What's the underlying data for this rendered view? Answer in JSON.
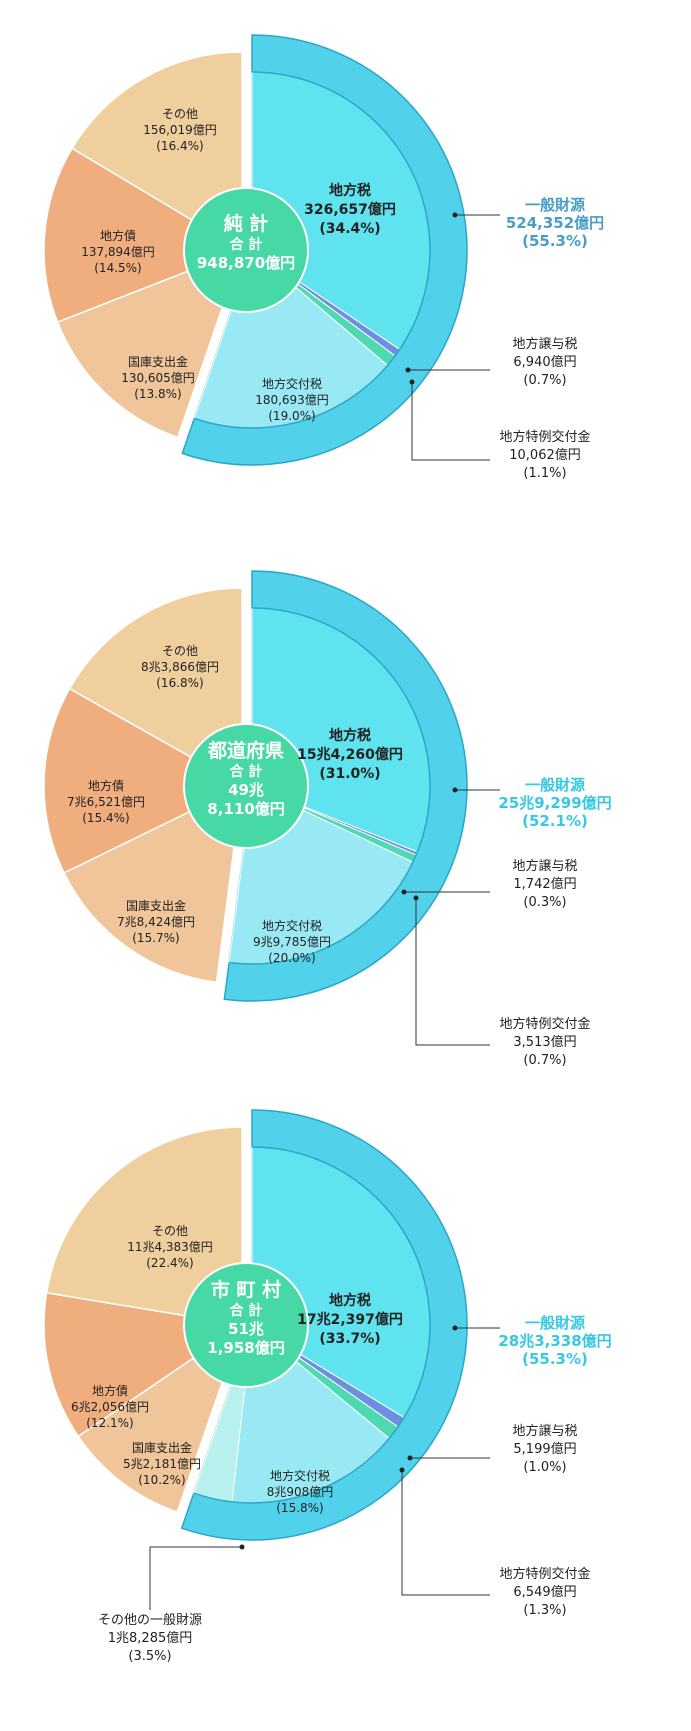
{
  "colors": {
    "outer_ring": "#52d1ea",
    "outer_ring_edge": "#2aa6c8",
    "local_tax": "#5ee3ef",
    "local_alloc_tax": "#98e9f4",
    "transfer_tax": "#6e8fe0",
    "special_grant": "#4fd9b0",
    "other_general": "#b8f0ee",
    "national_treasury": "#f0c59a",
    "local_bond": "#f0ae7e",
    "other": "#efcf9e",
    "center": "#46d9a6",
    "general_label_1": "#4a9ec4",
    "general_label_2": "#37c8e6"
  },
  "chart_data": [
    {
      "type": "pie",
      "center_title": "純 計",
      "center_total_label": "合 計",
      "center_total_lines": [
        "948,870億円"
      ],
      "slices": [
        {
          "key": "local_tax",
          "name": "地方税",
          "amount": "326,657億円",
          "pct_text": "(34.4%)",
          "value": 34.4,
          "general": true
        },
        {
          "key": "transfer_tax",
          "name": "地方譲与税",
          "amount": "6,940億円",
          "pct_text": "(0.7%)",
          "value": 0.7,
          "general": true
        },
        {
          "key": "special_grant",
          "name": "地方特例交付金",
          "amount": "10,062億円",
          "pct_text": "(1.1%)",
          "value": 1.1,
          "general": true
        },
        {
          "key": "local_alloc_tax",
          "name": "地方交付税",
          "amount": "180,693億円",
          "pct_text": "(19.0%)",
          "value": 19.0,
          "general": true
        },
        {
          "key": "national_treasury",
          "name": "国庫支出金",
          "amount": "130,605億円",
          "pct_text": "(13.8%)",
          "value": 13.8,
          "general": false
        },
        {
          "key": "local_bond",
          "name": "地方債",
          "amount": "137,894億円",
          "pct_text": "(14.5%)",
          "value": 14.5,
          "general": false
        },
        {
          "key": "other",
          "name": "その他",
          "amount": "156,019億円",
          "pct_text": "(16.4%)",
          "value": 16.4,
          "general": false
        }
      ],
      "general_source": {
        "name": "一般財源",
        "amount": "524,352億円",
        "pct_text": "(55.3%)",
        "value": 55.3
      }
    },
    {
      "type": "pie",
      "center_title": "都道府県",
      "center_total_label": "合 計",
      "center_total_lines": [
        "49兆",
        "8,110億円"
      ],
      "slices": [
        {
          "key": "local_tax",
          "name": "地方税",
          "amount": "15兆4,260億円",
          "pct_text": "(31.0%)",
          "value": 31.0,
          "general": true
        },
        {
          "key": "transfer_tax",
          "name": "地方譲与税",
          "amount": "1,742億円",
          "pct_text": "(0.3%)",
          "value": 0.3,
          "general": true
        },
        {
          "key": "special_grant",
          "name": "地方特例交付金",
          "amount": "3,513億円",
          "pct_text": "(0.7%)",
          "value": 0.7,
          "general": true
        },
        {
          "key": "local_alloc_tax",
          "name": "地方交付税",
          "amount": "9兆9,785億円",
          "pct_text": "(20.0%)",
          "value": 20.0,
          "general": true
        },
        {
          "key": "national_treasury",
          "name": "国庫支出金",
          "amount": "7兆8,424億円",
          "pct_text": "(15.7%)",
          "value": 15.7,
          "general": false
        },
        {
          "key": "local_bond",
          "name": "地方債",
          "amount": "7兆6,521億円",
          "pct_text": "(15.4%)",
          "value": 15.4,
          "general": false
        },
        {
          "key": "other",
          "name": "その他",
          "amount": "8兆3,866億円",
          "pct_text": "(16.8%)",
          "value": 16.8,
          "general": false
        }
      ],
      "general_source": {
        "name": "一般財源",
        "amount": "25兆9,299億円",
        "pct_text": "(52.1%)",
        "value": 52.1
      }
    },
    {
      "type": "pie",
      "center_title": "市 町 村",
      "center_total_label": "合 計",
      "center_total_lines": [
        "51兆",
        "1,958億円"
      ],
      "slices": [
        {
          "key": "local_tax",
          "name": "地方税",
          "amount": "17兆2,397億円",
          "pct_text": "(33.7%)",
          "value": 33.7,
          "general": true
        },
        {
          "key": "transfer_tax",
          "name": "地方譲与税",
          "amount": "5,199億円",
          "pct_text": "(1.0%)",
          "value": 1.0,
          "general": true
        },
        {
          "key": "special_grant",
          "name": "地方特例交付金",
          "amount": "6,549億円",
          "pct_text": "(1.3%)",
          "value": 1.3,
          "general": true
        },
        {
          "key": "local_alloc_tax",
          "name": "地方交付税",
          "amount": "8兆908億円",
          "pct_text": "(15.8%)",
          "value": 15.8,
          "general": true
        },
        {
          "key": "other_general",
          "name": "その他の一般財源",
          "amount": "1兆8,285億円",
          "pct_text": "(3.5%)",
          "value": 3.5,
          "general": true
        },
        {
          "key": "national_treasury",
          "name": "国庫支出金",
          "amount": "5兆2,181億円",
          "pct_text": "(10.2%)",
          "value": 10.2,
          "general": false
        },
        {
          "key": "local_bond",
          "name": "地方債",
          "amount": "6兆2,056億円",
          "pct_text": "(12.1%)",
          "value": 12.1,
          "general": false
        },
        {
          "key": "other",
          "name": "その他",
          "amount": "11兆4,383億円",
          "pct_text": "(22.4%)",
          "value": 22.4,
          "general": false
        }
      ],
      "general_source": {
        "name": "一般財源",
        "amount": "28兆3,338億円",
        "pct_text": "(55.3%)",
        "value": 55.3
      }
    }
  ]
}
